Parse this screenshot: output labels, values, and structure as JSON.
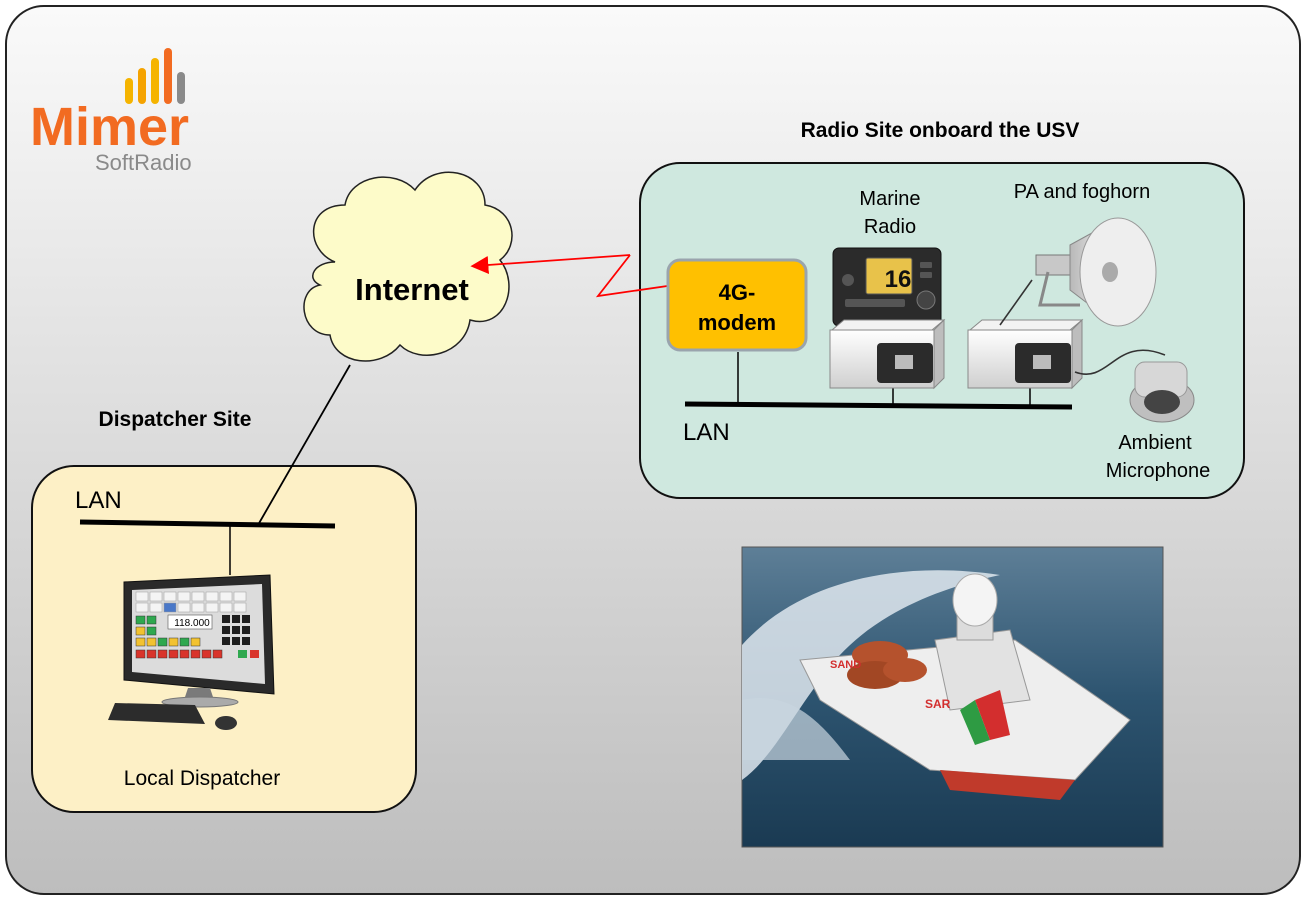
{
  "logo": {
    "brand": "Mimer",
    "product": "SoftRadio",
    "colors": {
      "orange": "#f26b21",
      "yellow": "#f5b400",
      "gray": "#8a8a8a"
    }
  },
  "labels": {
    "radio_site_title": "Radio Site onboard the USV",
    "dispatcher_site_title": "Dispatcher Site",
    "internet": "Internet",
    "modem_line1": "4G-",
    "modem_line2": "modem",
    "marine_radio_line1": "Marine",
    "marine_radio_line2": "Radio",
    "pa_foghorn": "PA and foghorn",
    "lan_radio": "LAN",
    "lan_dispatcher": "LAN",
    "ambient_line1": "Ambient",
    "ambient_line2": "Microphone",
    "local_dispatcher": "Local Dispatcher"
  },
  "devices": {
    "radio_channel": "16",
    "dispatcher_frequency": "118.000",
    "boat_hull_text_1": "SAND",
    "boat_hull_text_2": "SAR"
  },
  "colors": {
    "background_gradient_top": "#fafafa",
    "background_gradient_bottom": "#bdbdbd",
    "radio_site_fill": "#cfe8df",
    "dispatcher_site_fill": "#fdf0c6",
    "cloud_fill": "#fdfbc9",
    "modem_fill": "#ffc000",
    "link_red": "#ff0000"
  }
}
